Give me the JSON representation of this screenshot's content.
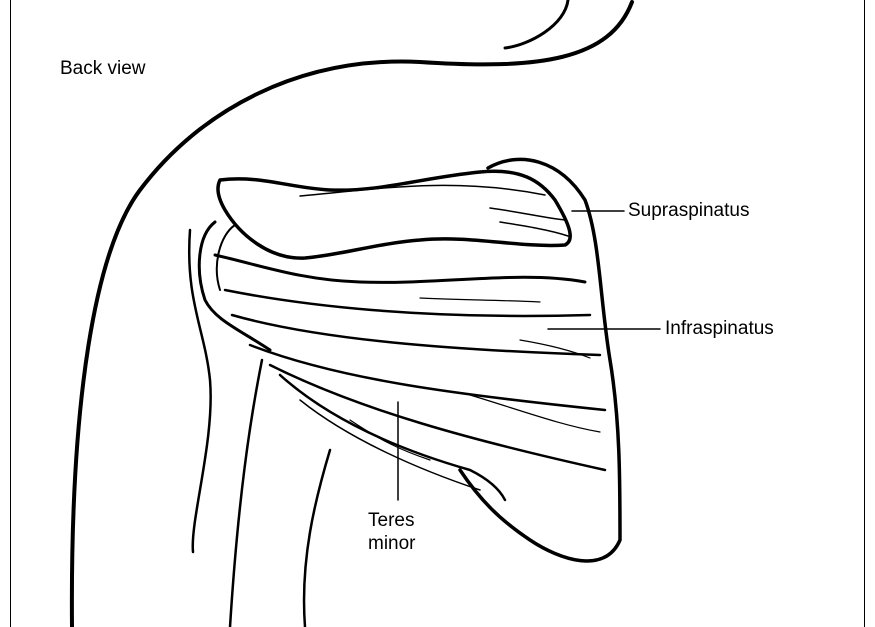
{
  "view_title": "Back view",
  "labels": {
    "supraspinatus": "Supraspinatus",
    "infraspinatus": "Infraspinatus",
    "teres_minor_line1": "Teres",
    "teres_minor_line2": "minor"
  },
  "colors": {
    "line": "#000000",
    "background": "#ffffff"
  }
}
